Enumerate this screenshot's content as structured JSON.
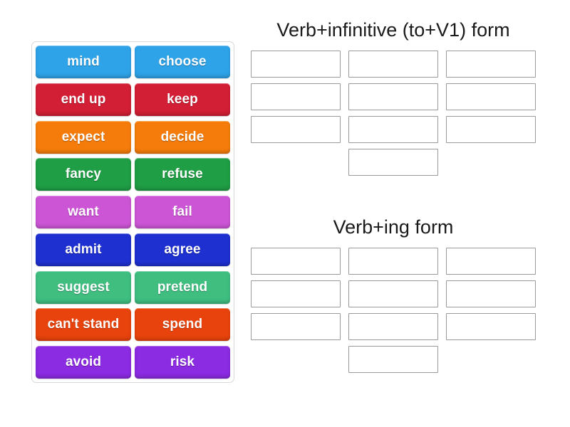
{
  "activity": {
    "type": "group-sort",
    "tile_tray_label": "word-tile-tray"
  },
  "tiles": [
    {
      "label": "mind",
      "color": "#2FA3E8"
    },
    {
      "label": "choose",
      "color": "#2FA3E8"
    },
    {
      "label": "end up",
      "color": "#D21F35"
    },
    {
      "label": "keep",
      "color": "#D21F35"
    },
    {
      "label": "expect",
      "color": "#F57C0A"
    },
    {
      "label": "decide",
      "color": "#F57C0A"
    },
    {
      "label": "fancy",
      "color": "#1F9E45"
    },
    {
      "label": "refuse",
      "color": "#1F9E45"
    },
    {
      "label": "want",
      "color": "#CC55D6"
    },
    {
      "label": "fail",
      "color": "#CC55D6"
    },
    {
      "label": "admit",
      "color": "#1E30D0"
    },
    {
      "label": "agree",
      "color": "#1E30D0"
    },
    {
      "label": "suggest",
      "color": "#3FBE80"
    },
    {
      "label": "pretend",
      "color": "#3FBE80"
    },
    {
      "label": "can't stand",
      "color": "#E8430C"
    },
    {
      "label": "spend",
      "color": "#E8430C"
    },
    {
      "label": "avoid",
      "color": "#8B2BE2"
    },
    {
      "label": "risk",
      "color": "#8B2BE2"
    }
  ],
  "categories": [
    {
      "id": "infinitive",
      "title": "Verb+infinitive (to+V1) form",
      "slot_count": 10,
      "slots": [
        "",
        "",
        "",
        "",
        "",
        "",
        "",
        "",
        "",
        ""
      ]
    },
    {
      "id": "ing",
      "title": "Verb+ing form",
      "slot_count": 10,
      "slots": [
        "",
        "",
        "",
        "",
        "",
        "",
        "",
        "",
        "",
        ""
      ]
    }
  ]
}
